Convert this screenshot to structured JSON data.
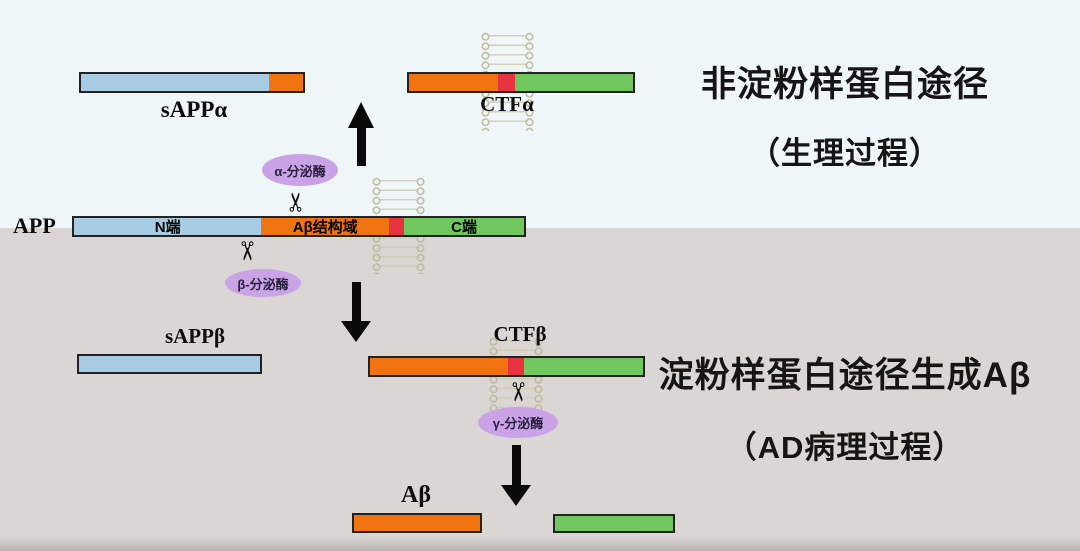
{
  "headings": {
    "non_amyloid_title": "非淀粉样蛋白途径",
    "non_amyloid_subtitle": "（生理过程）",
    "amyloid_title": "淀粉样蛋白途径生成Aβ",
    "amyloid_subtitle": "（AD病理过程）"
  },
  "molecules": {
    "sappa_label": "sAPPα",
    "ctfa_label": "CTFα",
    "app_label": "APP",
    "app_segments": {
      "n_terminal": "N端",
      "abeta_domain": "Aβ结构域",
      "c_terminal": "C端"
    },
    "sappb_label": "sAPPβ",
    "ctfb_label": "CTFβ",
    "abeta_label": "Aβ"
  },
  "enzymes": {
    "alpha_secretase": "α-分泌酶",
    "beta_secretase": "β-分泌酶",
    "gamma_secretase": "γ-分泌酶"
  },
  "icons": {
    "scissors": "✂"
  },
  "colors": {
    "background_top": "#eef6f8",
    "background_bottom": "#d9d6d3",
    "n_terminal_blue": "#a7cbe2",
    "abeta_orange": "#f07310",
    "cleavage_red": "#e6333f",
    "c_terminal_green": "#6fc75e",
    "enzyme_purple": "#c9a3e6",
    "membrane_tan": "#bcba9b",
    "arrow_black": "#0a0a0a"
  }
}
